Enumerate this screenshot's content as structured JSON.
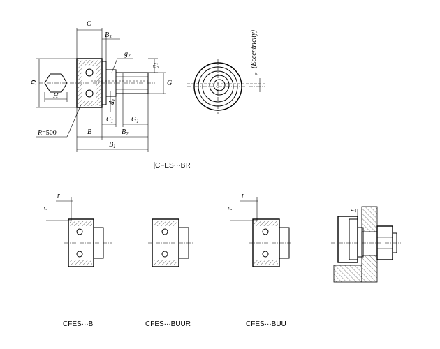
{
  "main_drawing": {
    "dimensions": {
      "C": "C",
      "B3": "B",
      "B3_sub": "3",
      "g2": "g",
      "g2_sub": "2",
      "g1": "g",
      "g1_sub": "1",
      "D": "D",
      "H": "H",
      "G": "G",
      "d1": "d",
      "d1_sub": "1",
      "C1": "C",
      "C1_sub": "1",
      "G1": "G",
      "G1_sub": "1",
      "B": "B",
      "B2": "B",
      "B2_sub": "2",
      "B1": "B",
      "B1_sub": "1",
      "R": "R",
      "R_value": "=500"
    },
    "caption": "CFES···BR"
  },
  "end_view": {
    "e_label": "e",
    "eccentricity_label": "(Eccentricity)"
  },
  "variants": [
    {
      "caption": "CFES···B",
      "r_top": "r",
      "r_side": "r"
    },
    {
      "caption": "CFES···BUUR"
    },
    {
      "caption": "CFES···BUU",
      "r_top": "r",
      "r_side": "r"
    }
  ],
  "mounting": {
    "L_label": "L"
  }
}
